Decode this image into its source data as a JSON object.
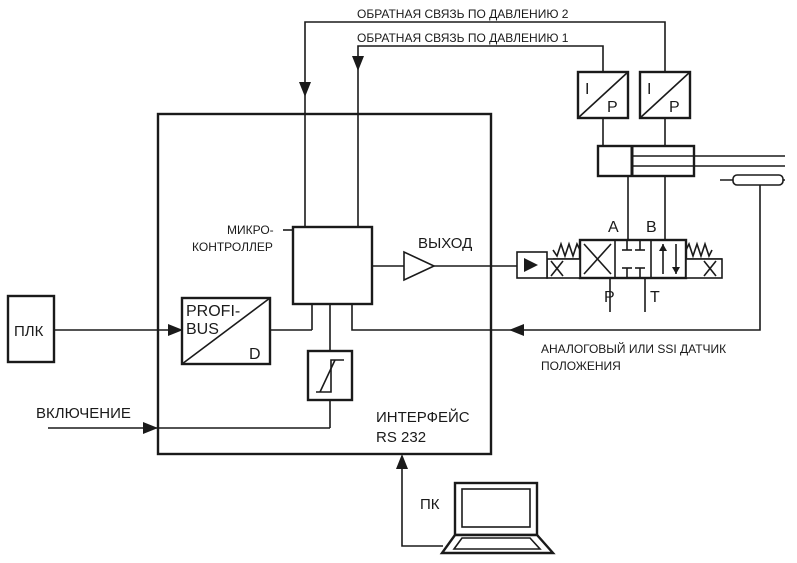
{
  "labels": {
    "feedback_pressure_2": "ОБРАТНАЯ СВЯЗЬ ПО ДАВЛЕНИЮ 2",
    "feedback_pressure_1": "ОБРАТНАЯ СВЯЗЬ ПО ДАВЛЕНИЮ 1",
    "microcontroller_line1": "МИКРО-",
    "microcontroller_line2": "КОНТРОЛЛЕР",
    "output": "ВЫХОД",
    "plc": "ПЛК",
    "profibus_line1": "PROFI-",
    "profibus_line2": "BUS",
    "profibus_d": "D",
    "enable": "ВКЛЮЧЕНИЕ",
    "interface_line1": "ИНТЕРФЕЙС",
    "interface_line2": "RS 232",
    "pc": "ПК",
    "sensor_line1": "АНАЛОГОВЫЙ ИЛИ SSI ДАТЧИК",
    "sensor_line2": "ПОЛОЖЕНИЯ",
    "transducer_i": "I",
    "transducer_p": "P",
    "port_a": "A",
    "port_b": "B",
    "port_p": "P",
    "port_t": "T"
  }
}
